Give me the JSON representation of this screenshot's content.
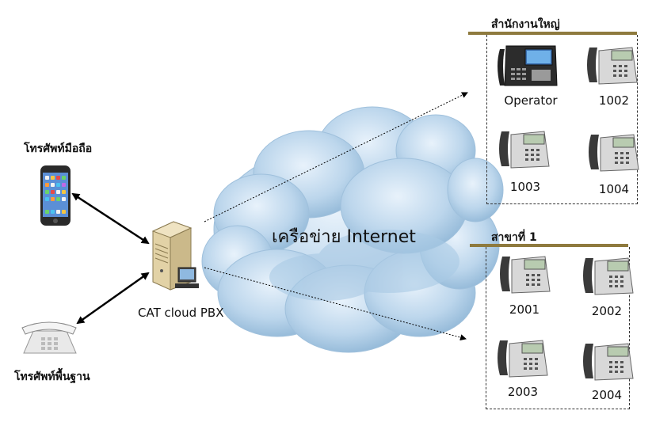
{
  "cloud": {
    "label": "เครือข่าย Internet"
  },
  "pbx": {
    "label": "CAT cloud PBX",
    "icon": "server-icon"
  },
  "mobile": {
    "label": "โทรศัพท์มือถือ",
    "icon": "smartphone-icon"
  },
  "landline": {
    "label": "โทรศัพท์พื้นฐาน",
    "icon": "landline-phone-icon"
  },
  "headquarters": {
    "title": "สำนักงานใหญ่",
    "phones": [
      "Operator",
      "1002",
      "1003",
      "1004"
    ]
  },
  "branch": {
    "title": "สาขาที่ 1",
    "phones": [
      "2001",
      "2002",
      "2003",
      "2004"
    ]
  },
  "colors": {
    "group_bar": "#8e7a3e",
    "cloud_fill": "#b8d4ea",
    "cloud_edge": "#8fb6d6"
  }
}
